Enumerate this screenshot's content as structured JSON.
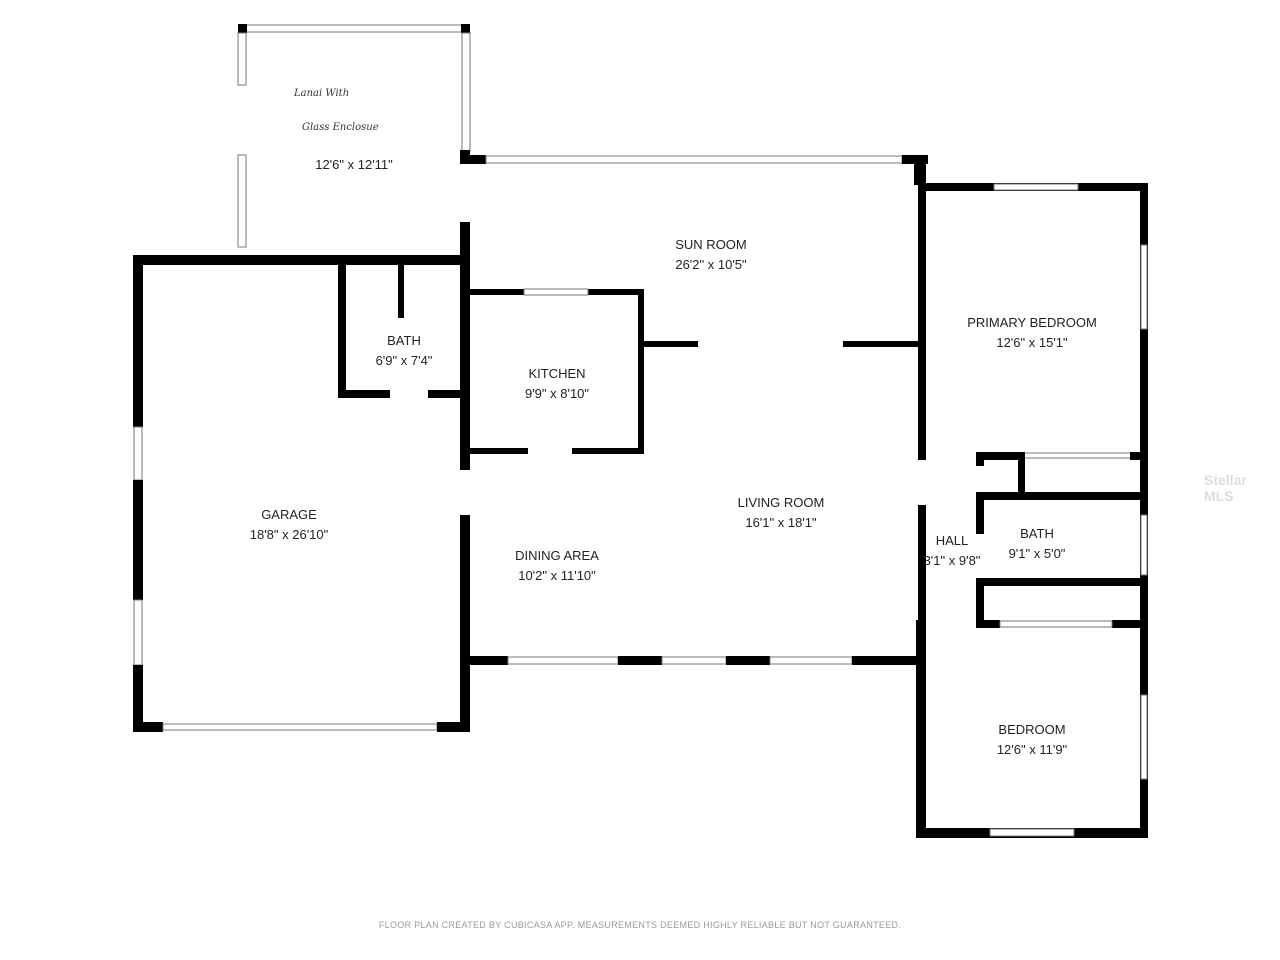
{
  "rooms": {
    "lanai": {
      "name_line1": "Lanai With",
      "name_line2": "Glass Enclosue",
      "dims": "12'6\" x 12'11\""
    },
    "sun_room": {
      "name": "SUN ROOM",
      "dims": "26'2\" x 10'5\""
    },
    "primary_bedroom": {
      "name": "PRIMARY BEDROOM",
      "dims": "12'6\" x 15'1\""
    },
    "bath1": {
      "name": "BATH",
      "dims": "6'9\" x 7'4\""
    },
    "kitchen": {
      "name": "KITCHEN",
      "dims": "9'9\" x 8'10\""
    },
    "garage": {
      "name": "GARAGE",
      "dims": "18'8\" x 26'10\""
    },
    "living_room": {
      "name": "LIVING ROOM",
      "dims": "16'1\" x 18'1\""
    },
    "dining_area": {
      "name": "DINING AREA",
      "dims": "10'2\" x 11'10\""
    },
    "hall": {
      "name": "HALL",
      "dims": "3'1\" x 9'8\""
    },
    "bath2": {
      "name": "BATH",
      "dims": "9'1\" x 5'0\""
    },
    "bedroom": {
      "name": "BEDROOM",
      "dims": "12'6\" x 11'9\""
    }
  },
  "watermark": "Stellar MLS",
  "footer": "FLOOR PLAN CREATED BY CUBICASA APP. MEASUREMENTS DEEMED HIGHLY RELIABLE BUT NOT GUARANTEED."
}
